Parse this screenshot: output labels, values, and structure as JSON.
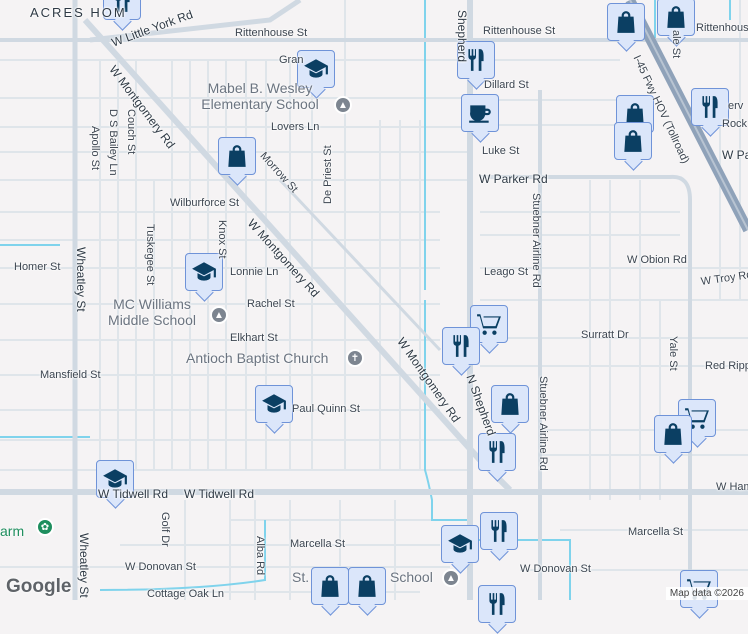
{
  "colors": {
    "background": "#f5f3f4",
    "road": "#d5dde5",
    "major_road": "#ccd6df",
    "water": "#7fd3ec",
    "freeway": "#8fa2b9",
    "marker_fill": "#dbe6fa",
    "marker_icon": "#0b3f63"
  },
  "areas": {
    "acres_homes": "ACRES HOM"
  },
  "streets": {
    "little_york": "W Little York Rd",
    "rittenhouse_1": "Rittenhouse St",
    "rittenhouse_2": "Rittenhouse St",
    "rittenhouse_3": "Rittenhouse",
    "gran": "Gran",
    "lovers": "Lovers Ln",
    "montgomery_1": "W Montgomery Rd",
    "montgomery_2": "W Montgomery Rd",
    "montgomery_3": "W Montgomery Rd",
    "morrow": "Morrow St",
    "wilburforce": "Wilburforce St",
    "knox": "Knox St",
    "couch": "Couch St",
    "ds_bailey": "D S Bailey Ln",
    "apollo": "Apollo St",
    "tuskegee": "Tuskegee St",
    "wheatley_1": "Wheatley St",
    "wheatley_2": "Wheatley St",
    "homer": "Homer St",
    "lonnie": "Lonnie Ln",
    "rachel": "Rachel St",
    "elkhart": "Elkhart St",
    "mansfield": "Mansfield St",
    "paul_quinn": "Paul Quinn St",
    "de_priest": "De Priest St",
    "n_shepherd": "N Shepherd",
    "shepherd": "Shepherd",
    "dillard": "Dillard St",
    "luke": "Luke St",
    "w_parker": "W Parker Rd",
    "w_parker_2": "W Pa",
    "stuebner_1": "Stuebner Airline Rd",
    "stuebner_2": "Stuebner Airline Rd",
    "leago": "Leago St",
    "obion": "W Obion Rd",
    "troy": "W Troy Rd",
    "surratt": "Surratt Dr",
    "red_ripp": "Red Ripp",
    "yale_1": "Yale St",
    "yale_2": "ale St",
    "tidwell_1": "W Tidwell Rd",
    "tidwell_2": "W Tidwell Rd",
    "hamilton": "W Hamilt",
    "marcella_1": "Marcella St",
    "marcella_2": "Marcella St",
    "donovan_1": "W Donovan St",
    "donovan_2": "W Donovan St",
    "golf": "Golf Dr",
    "alba": "Alba Rd",
    "cottage_oak": "Cottage Oak Ln",
    "freeway": "I-45 Fwy HOV (Tollroad)",
    "rock": "Rock",
    "lerv": "erv"
  },
  "pois": {
    "wesley": "Mabel B. Wesley Elementary School",
    "mc_williams": "MC Williams Middle School",
    "antioch": "Antioch Baptist Church",
    "st_school_a": "St.",
    "st_school_b": "School",
    "farm": "arm"
  },
  "markers": [
    "restaurant",
    "school",
    "shopping",
    "restaurant",
    "coffee",
    "shopping",
    "shopping",
    "shopping",
    "shopping",
    "restaurant",
    "school",
    "grocery",
    "restaurant",
    "shopping",
    "grocery",
    "shopping",
    "restaurant",
    "school",
    "school",
    "restaurant",
    "shopping",
    "shopping",
    "school",
    "grocery",
    "restaurant"
  ],
  "branding": {
    "logo": "Google",
    "attribution": "Map data ©2026"
  }
}
